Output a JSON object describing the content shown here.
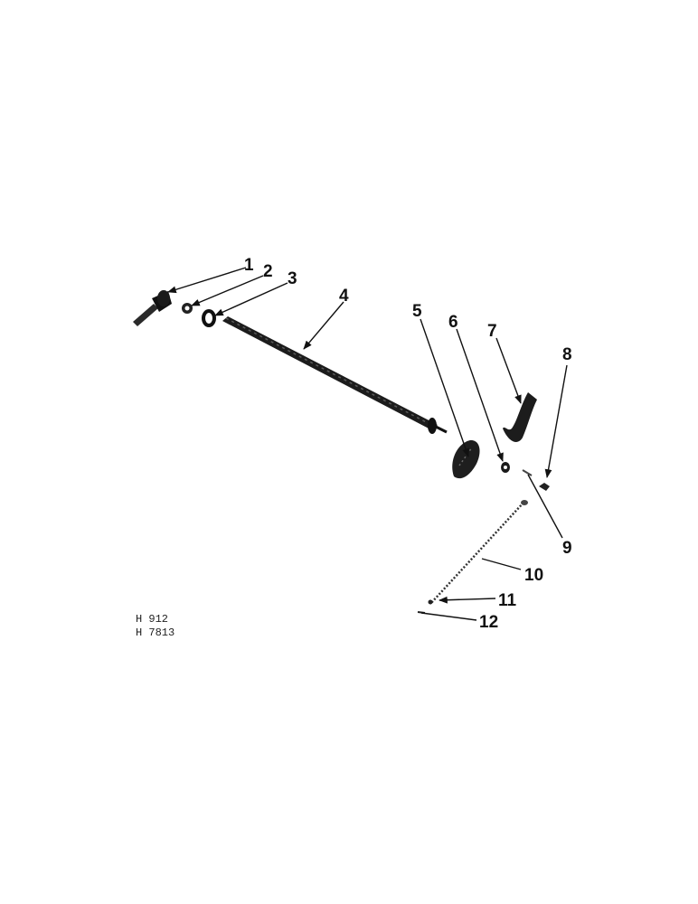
{
  "diagram": {
    "callouts": [
      "1",
      "2",
      "3",
      "4",
      "5",
      "6",
      "7",
      "8",
      "9",
      "10",
      "11",
      "12"
    ],
    "reference_codes": [
      "H 912",
      "H 7813"
    ]
  }
}
